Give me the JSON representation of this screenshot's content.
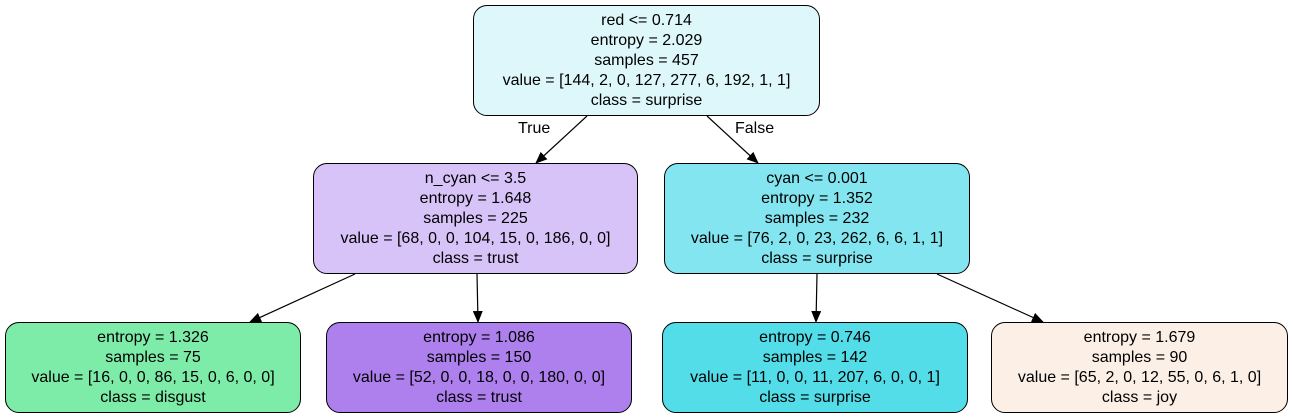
{
  "nodes": {
    "root": {
      "split": "red <= 0.714",
      "entropy": "entropy = 2.029",
      "samples": "samples = 457",
      "value": "value = [144, 2, 0, 127, 277, 6, 192, 1, 1]",
      "class": "class = surprise",
      "fill": "#def7fb"
    },
    "left": {
      "split": "n_cyan <= 3.5",
      "entropy": "entropy = 1.648",
      "samples": "samples = 225",
      "value": "value = [68, 0, 0, 104, 15, 0, 186, 0, 0]",
      "class": "class = trust",
      "fill": "#d8c3f8"
    },
    "right": {
      "split": "cyan <= 0.001",
      "entropy": "entropy = 1.352",
      "samples": "samples = 232",
      "value": "value = [76, 2, 0, 23, 262, 6, 6, 1, 1]",
      "class": "class = surprise",
      "fill": "#83e5ef"
    },
    "ll": {
      "entropy": "entropy = 1.326",
      "samples": "samples = 75",
      "value": "value = [16, 0, 0, 86, 15, 0, 6, 0, 0]",
      "class": "class = disgust",
      "fill": "#7eeca9"
    },
    "lr": {
      "entropy": "entropy = 1.086",
      "samples": "samples = 150",
      "value": "value = [52, 0, 0, 18, 0, 0, 180, 0, 0]",
      "class": "class = trust",
      "fill": "#ae80ee"
    },
    "rl": {
      "entropy": "entropy = 0.746",
      "samples": "samples = 142",
      "value": "value = [11, 0, 0, 11, 207, 6, 0, 0, 1]",
      "class": "class = surprise",
      "fill": "#52dde8"
    },
    "rr": {
      "entropy": "entropy = 1.679",
      "samples": "samples = 90",
      "value": "value = [65, 2, 0, 12, 55, 0, 6, 1, 0]",
      "class": "class = joy",
      "fill": "#fcefe6"
    }
  },
  "edge_labels": {
    "true": "True",
    "false": "False"
  },
  "edge_color": "#000000"
}
